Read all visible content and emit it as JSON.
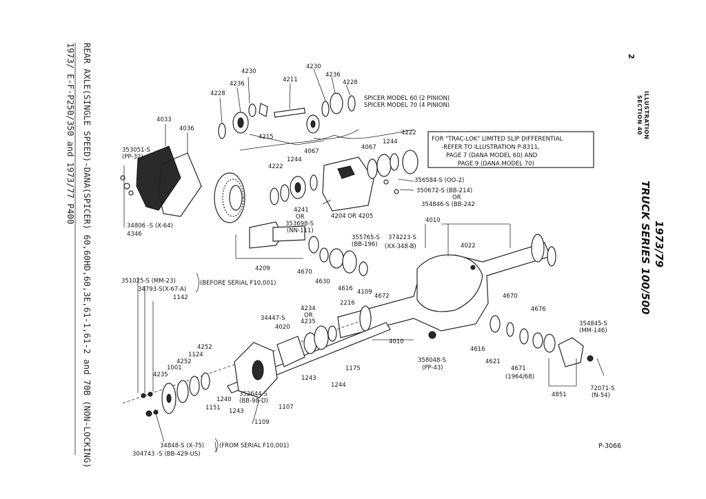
{
  "header": {
    "page_number": "2",
    "section": "ILLUSTRATION",
    "section_number": "SECTION 40",
    "truck_series": "TRUCK SERIES 100/500",
    "years": "1973/79",
    "illustration_id": "P-3066"
  },
  "caption": {
    "line1": "REAR AXLE(SINGLE SPEED)-DANA(SPICER) 60,60HD,60,3E,61-1,61-2 and 70B (NON-LOCKING)",
    "line2": "1973/  E-F-P250/350 and 1973/77 P400"
  },
  "notes": {
    "spicer_60": "SPICER MODEL 60 (2 PINION)",
    "spicer_70": "SPICER MODEL 70 (4 PINION)",
    "traclok_1": "FOR \"TRAC-LOK\" LIMITED SLIP DIFFERENTIAL",
    "traclok_2": "-REFER TO ILLUSTRATION P-8311,",
    "traclok_3": "PAGE 7 (DANA MODEL 60) AND",
    "traclok_4": "PAGE 9 (DANA MODEL 70)",
    "before_serial": "(BEFORE SERIAL F10,001)",
    "from_serial": "(FROM SERIAL F10,001)"
  },
  "labels": {
    "l4230a": "4230",
    "l4230b": "4230",
    "l4236a": "4236",
    "l4236b": "4236",
    "l4211": "4211",
    "l4228a": "4228",
    "l4228b": "4228",
    "l4033": "4033",
    "l4036": "4036",
    "l4215": "4215",
    "l353051": "353051-S",
    "l353051b": "(PP-32)",
    "l4067a": "4067",
    "l4067b": "4067",
    "l1244a": "1244",
    "l1244b": "1244",
    "l4222a": "4222",
    "l4222b": "4222",
    "l356584": "356584-S (OO-2)",
    "l350672": "350672-S (BB-214)",
    "lor1": "OR",
    "l354846": "354846-S (BB-242",
    "l4241": "4241",
    "lor2": "OR",
    "l353698": "353698-S",
    "l353698b": "(NN-111)",
    "l4204": "4204 OR 4205",
    "l34806": "34806 -S (X-64)",
    "l4346": "4346",
    "l4010a": "4010",
    "l4010b": "4010",
    "l355765": "355765-S",
    "l355765b": "(BB-196)",
    "l374223": "374223-S",
    "l374223b": "(XX-348-B)",
    "l4022": "4022",
    "l4209": "4209",
    "l4670a": "4670",
    "l4630": "4630",
    "l4616a": "4616",
    "l4109": "4109",
    "l4672": "4672",
    "l351025": "351025-S (MM-23)",
    "l34793": "34793-S(X-67-A)",
    "l1142": "1142",
    "l2216": "2216",
    "l4234": "4234",
    "lor3": "OR",
    "l4235a": "4235",
    "l34447": "34447-S",
    "l4020": "4020",
    "l4670b": "4670",
    "l4676": "4676",
    "l354845": "354845-S",
    "l354845b": "(MM-146)",
    "l4252a": "4252",
    "l1124": "1124",
    "l4252b": "4252",
    "l1001": "1001",
    "l4235b": "4235",
    "l1175": "1175",
    "l1243a": "1243",
    "l1244c": "1244",
    "l358048": "358048-S",
    "l358048b": "(PP-43)",
    "l4616b": "4616",
    "l4621": "4621",
    "l4671": "4671",
    "l4671b": "(1964/68)",
    "l4851": "4851",
    "l72071": "72071-S",
    "l72071b": "(N-54)",
    "l352644": "352644-S",
    "l352644b": "(BB-98-D)",
    "l1240": "1240",
    "l1151": "1151",
    "l1243b": "1243",
    "l1107": "1107",
    "l1109": "1109",
    "l34848": "34848-S (X-75)",
    "l304743": "304743 -S (BB-429-US)"
  }
}
